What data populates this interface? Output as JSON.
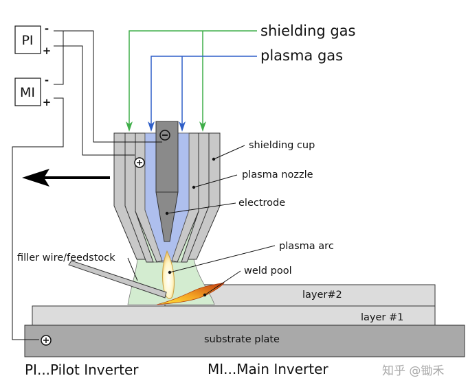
{
  "inverters": {
    "pilot": {
      "label": "PI",
      "minus": "-",
      "plus": "+"
    },
    "main": {
      "label": "MI",
      "minus": "-",
      "plus": "+"
    }
  },
  "gases": {
    "shielding": "shielding gas",
    "plasma": "plasma gas"
  },
  "callouts": {
    "shielding_cup": "shielding cup",
    "plasma_nozzle": "plasma nozzle",
    "electrode": "electrode",
    "plasma_arc": "plasma arc",
    "weld_pool": "weld pool",
    "filler_wire": "filler wire/feedstock"
  },
  "layers": {
    "layer2": "layer#2",
    "layer1": "layer #1",
    "substrate": "substrate plate"
  },
  "legend": {
    "pi": "PI...Pilot Inverter",
    "mi": "MI...Main Inverter"
  },
  "watermark": "知乎 @锄禾",
  "colors": {
    "shielding_gas_line": "#3fae49",
    "plasma_gas_line": "#2f5fc8",
    "shielding_gas_fill": "#d3ecd0",
    "plasma_gas_fill": "#aebfee",
    "metal_gray": "#c8c8c8",
    "electrode_gray": "#8a8a8a",
    "substrate_gray": "#a9a9a9",
    "layer_gray": "#dcdcdc"
  }
}
